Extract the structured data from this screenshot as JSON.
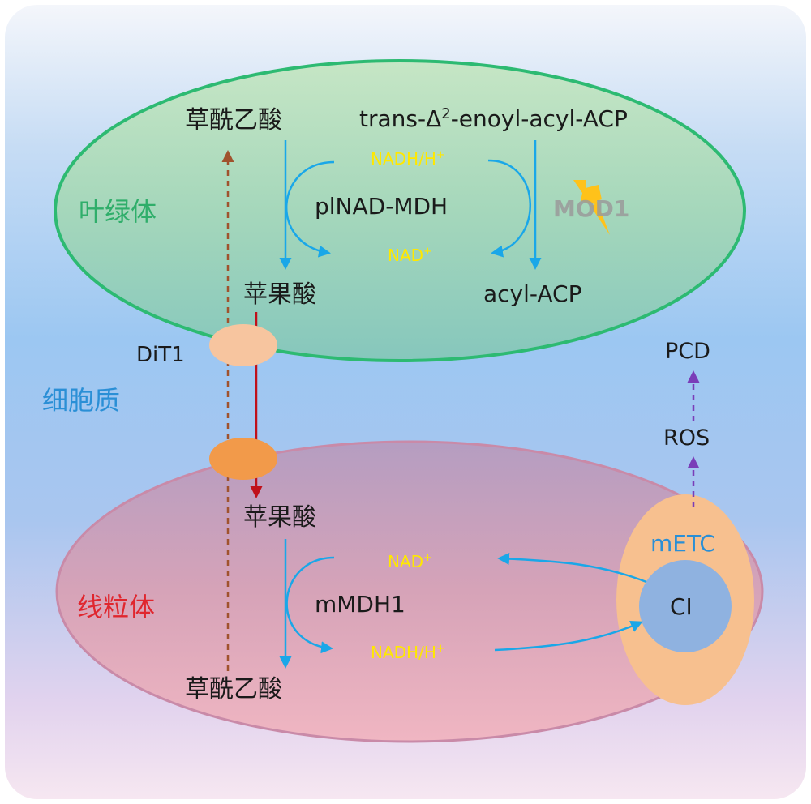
{
  "compartments": {
    "chloroplast": {
      "label": "叶绿体",
      "color": "#2fae6a"
    },
    "cytoplasm": {
      "label": "细胞质",
      "color": "#2a8fd6"
    },
    "mitochondrion": {
      "label": "线粒体",
      "color": "#e0262e"
    }
  },
  "chloroplast": {
    "oaa": "草酰乙酸",
    "substrate_pre": "trans-Δ",
    "substrate_sup": "2",
    "substrate_post": "-enoyl-acyl-ACP",
    "nadh": "NADH/H",
    "nadh_sup": "+",
    "enzyme": "plNAD-MDH",
    "nad": "NAD",
    "nad_sup": "+",
    "mod1": "MOD1",
    "malate": "苹果酸",
    "product": "acyl-ACP"
  },
  "transporter": {
    "label": "DiT1"
  },
  "mitochondrion": {
    "malate": "苹果酸",
    "nad": "NAD",
    "nad_sup": "+",
    "enzyme": "mMDH1",
    "nadh": "NADH/H",
    "nadh_sup": "+",
    "oaa": "草酰乙酸",
    "metc": "mETC",
    "ci": "CI"
  },
  "outputs": {
    "ros": "ROS",
    "pcd": "PCD"
  },
  "colors": {
    "nad_text": "#ffe800",
    "blue_arrow": "#1aa7e8",
    "red_arrow": "#c0101a",
    "brown_arrow": "#a0522d",
    "purple_arrow": "#7a3db8",
    "bolt": "#ffc21a"
  }
}
